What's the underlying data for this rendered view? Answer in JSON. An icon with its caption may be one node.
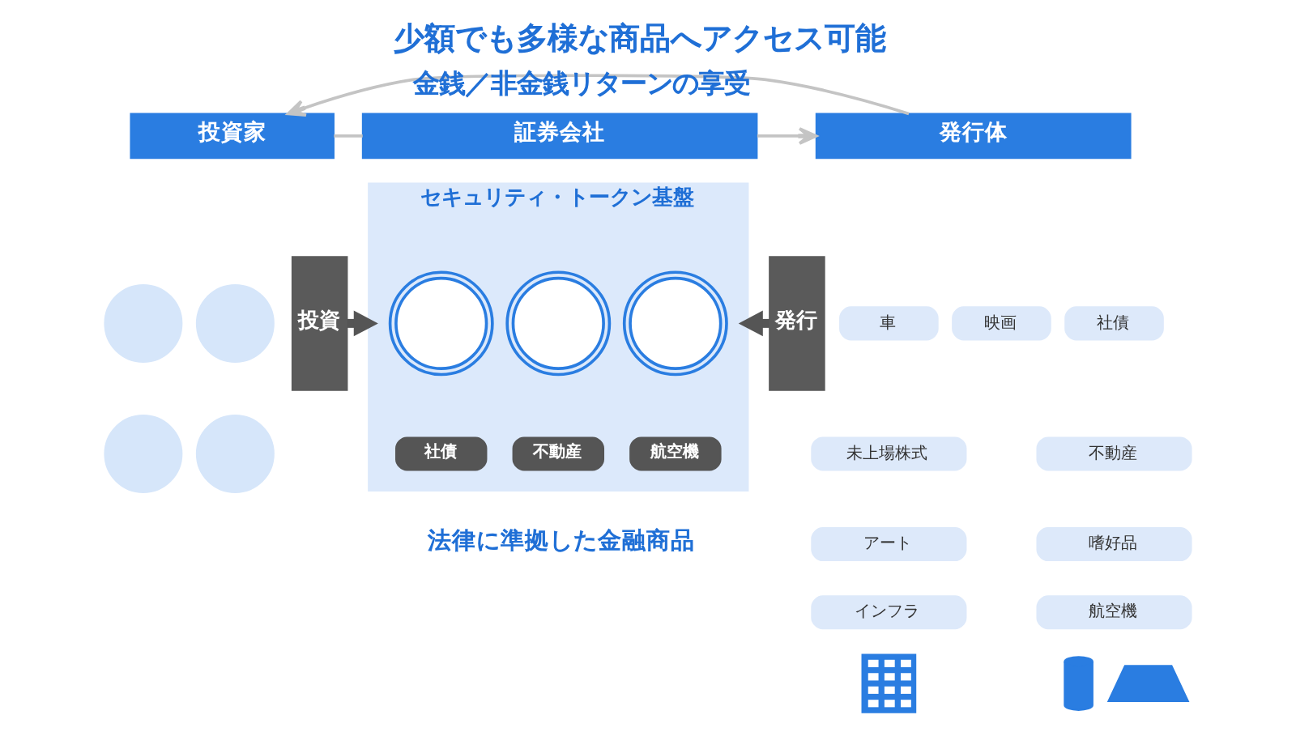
{
  "diagram": {
    "title": "少額でも多様な商品へアクセス可能",
    "nodes": [
      {
        "text": [
          "投資家"
        ]
      },
      {
        "text": [],
        "shape": "person"
      },
      {
        "text": [],
        "shape": "person"
      },
      {
        "text": [],
        "shape": "person"
      },
      {
        "text": [],
        "shape": "person"
      },
      {
        "text": [
          "証券会社"
        ]
      },
      {
        "text": [
          "発行体"
        ]
      },
      {
        "text": [
          "投資"
        ]
      },
      {
        "text": [
          "セキュリティ・トークン基盤"
        ],
        "beside": [
          "法律に準拠した金融商品"
        ]
      },
      {
        "text": [],
        "shape": "circle",
        "in": 8
      },
      {
        "text": [],
        "shape": "circle",
        "in": 8
      },
      {
        "text": [],
        "shape": "circle",
        "in": 8
      },
      {
        "text": [
          "社債"
        ],
        "in": 8
      },
      {
        "text": [
          "不動産"
        ],
        "in": 8
      },
      {
        "text": [
          "航空機"
        ],
        "in": 8
      },
      {
        "text": [
          "発行"
        ]
      },
      {
        "text": [
          "車"
        ]
      },
      {
        "text": [
          "映画"
        ]
      },
      {
        "text": [
          "社債"
        ]
      },
      {
        "text": [
          "未上場株式"
        ]
      },
      {
        "text": [
          "不動産"
        ]
      },
      {
        "text": [
          "アート"
        ]
      },
      {
        "text": [
          "嗜好品"
        ]
      },
      {
        "text": [
          "インフラ"
        ]
      },
      {
        "text": [
          "航空機"
        ]
      },
      {
        "text": [],
        "shape": "picture"
      },
      {
        "text": [],
        "shape": "picture"
      },
      {
        "text": [],
        "shape": "picture"
      }
    ],
    "edges": [
      {
        "from": 0,
        "to": 5,
        "arrow": "none"
      },
      {
        "from": 5,
        "to": 6,
        "arrow": "to"
      },
      {
        "from": 7,
        "to": 8,
        "arrow": "to",
        "style": "thick",
        "color": "#555555"
      },
      {
        "from": 15,
        "to": 8,
        "arrow": "to",
        "style": "thick",
        "color": "#555555"
      },
      {
        "from": 6,
        "to": 0,
        "arrow": "to",
        "label": "金銭／非金銭リターンの享受"
      }
    ]
  }
}
